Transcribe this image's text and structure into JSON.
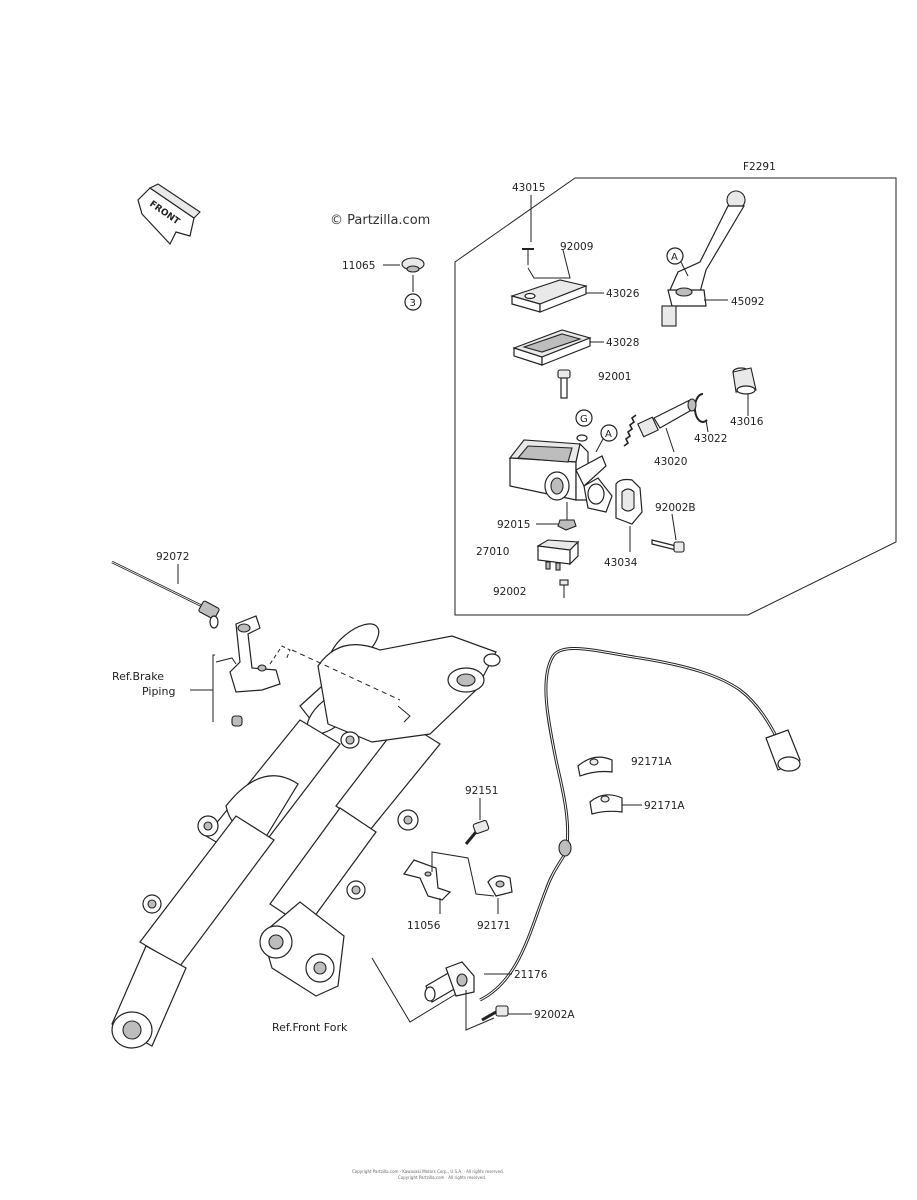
{
  "diagram": {
    "code": "F2291",
    "watermark": "© Partzilla.com",
    "front_label": "FRONT",
    "circle_badges": {
      "three": "3",
      "a1": "A",
      "a2": "A",
      "g": "G"
    },
    "parts": {
      "p43015": "43015",
      "p92009": "92009",
      "p43026": "43026",
      "p43028": "43028",
      "p92001": "92001",
      "p45092": "45092",
      "p43016": "43016",
      "p43022": "43022",
      "p43020": "43020",
      "p92002B": "92002B",
      "p92015": "92015",
      "p27010": "27010",
      "p43034": "43034",
      "p92002": "92002",
      "p11065": "11065",
      "p92072": "92072",
      "p92171A_1": "92171A",
      "p92171A_2": "92171A",
      "p92151": "92151",
      "p11056": "11056",
      "p92171": "92171",
      "p21176": "21176",
      "p92002A": "92002A"
    },
    "refs": {
      "brake_line1": "Ref.Brake",
      "brake_line2": "Piping",
      "front_fork": "Ref.Front Fork"
    },
    "footer_line1": "Copyright Partzilla.com · Kawasaki Motors Corp., U.S.A. · All rights reserved.",
    "footer_line2": "Copyright Partzilla.com · All rights reserved."
  }
}
